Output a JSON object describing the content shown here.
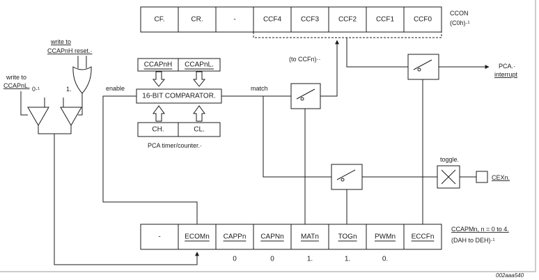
{
  "ccon": {
    "cells": [
      "CF.",
      "CR.",
      "-",
      "CCF4",
      "CCF3",
      "CCF2",
      "CCF1",
      "CCF0"
    ],
    "name": "CCON",
    "address": "(C0h)·¹"
  },
  "ccapm": {
    "cells": [
      "-",
      "ECOMn",
      "CAPPn",
      "CAPNn",
      "MATn",
      "TOGn",
      "PWMn",
      "ECCFn"
    ],
    "values": [
      "0",
      "0",
      "1.",
      "1.",
      "0."
    ],
    "name": "CCAPMn,  n = 0 to 4.",
    "address": "(DAH to DEH)·¹"
  },
  "registers": {
    "ccapnh": "CCAPnH",
    "ccapnl": "CCAPnL.",
    "comparator": "16-BIT COMPARATOR.",
    "ch": "CH.",
    "cl": "CL.",
    "pca_timer": "PCA timer/counter.·"
  },
  "labels": {
    "write_ccapnh_1": "write to",
    "write_ccapnh_2": "CCAPnH  reset.·",
    "write_ccapnl_1": "write to",
    "write_ccapnl_2": "CCAPnL.",
    "zero": "0·¹",
    "one": "1.",
    "enable": "enable",
    "match": "match",
    "to_ccfn": "(to CCFn)··",
    "pca_interrupt_1": "PCA.·",
    "pca_interrupt_2": "interrupt",
    "toggle": "toggle.",
    "cexn": "CEXn.",
    "figure_id": "002aaa540"
  }
}
